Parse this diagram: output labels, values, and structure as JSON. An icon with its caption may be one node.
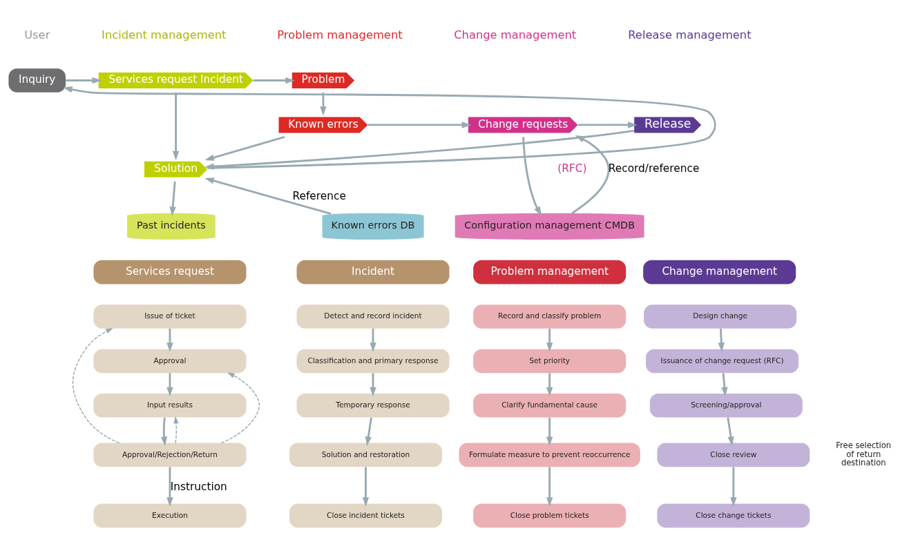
{
  "diagram": {
    "nodes": [
      {
        "text": [
          "Inquiry"
        ]
      },
      {
        "text": [
          "Services request Incident"
        ]
      },
      {
        "text": [
          "Problem"
        ]
      },
      {
        "text": [
          "Known errors"
        ]
      },
      {
        "text": [
          "Change requests"
        ],
        "beside": [
          "(RFC)"
        ]
      },
      {
        "text": [
          "Release"
        ]
      },
      {
        "text": [
          "Solution"
        ]
      },
      {
        "text": [
          "Past incidents"
        ]
      },
      {
        "text": [
          "Known errors DB"
        ]
      },
      {
        "text": [
          "Configuration management CMDB"
        ]
      },
      {
        "text": [
          "Services request"
        ]
      },
      {
        "text": [
          "Issue of ticket"
        ]
      },
      {
        "text": [
          "Approval"
        ]
      },
      {
        "text": [
          "Input results"
        ]
      },
      {
        "text": [
          "Approval/Rejection/Return"
        ]
      },
      {
        "text": [
          "Execution"
        ]
      },
      {
        "text": [
          "Incident"
        ]
      },
      {
        "text": [
          "Detect and record incident"
        ]
      },
      {
        "text": [
          "Classification and primary response"
        ]
      },
      {
        "text": [
          "Temporary response"
        ]
      },
      {
        "text": [
          "Solution and restoration"
        ]
      },
      {
        "text": [
          "Close incident tickets"
        ]
      },
      {
        "text": [
          "Problem management"
        ]
      },
      {
        "text": [
          "Record and classify problem"
        ]
      },
      {
        "text": [
          "Set priority"
        ]
      },
      {
        "text": [
          "Clarify fundamental cause"
        ]
      },
      {
        "text": [
          "Formulate measure to prevent reoccurrence"
        ]
      },
      {
        "text": [
          "Close problem tickets"
        ]
      },
      {
        "text": [
          "Change management"
        ]
      },
      {
        "text": [
          "Design change"
        ]
      },
      {
        "text": [
          "Issuance of change request (RFC)"
        ]
      },
      {
        "text": [
          "Screening/approval"
        ]
      },
      {
        "text": [
          "Close review"
        ]
      },
      {
        "text": [
          "Close change tickets"
        ]
      }
    ],
    "edges": [
      {
        "from": 0,
        "to": 1,
        "arrow": "to"
      },
      {
        "from": 1,
        "to": 2,
        "arrow": "to"
      },
      {
        "from": 2,
        "to": 3,
        "arrow": "to"
      },
      {
        "from": 3,
        "to": 6,
        "arrow": "to"
      },
      {
        "from": 3,
        "to": 4,
        "arrow": "to"
      },
      {
        "from": 4,
        "to": 5,
        "arrow": "to"
      },
      {
        "from": 1,
        "to": 6,
        "arrow": "to"
      },
      {
        "from": 5,
        "to": 6,
        "arrow": "to"
      },
      {
        "from": 6,
        "to": 0,
        "arrow": "to"
      },
      {
        "from": 6,
        "to": 7,
        "arrow": "to"
      },
      {
        "from": 8,
        "to": 6,
        "arrow": "to",
        "label": "Reference"
      },
      {
        "from": 4,
        "to": 9,
        "arrow": "to"
      },
      {
        "from": 9,
        "to": 4,
        "arrow": "to",
        "label": "Record/reference"
      },
      {
        "from": 11,
        "to": 12,
        "arrow": "to"
      },
      {
        "from": 12,
        "to": 13,
        "arrow": "to"
      },
      {
        "from": 13,
        "to": 14,
        "arrow": "to"
      },
      {
        "from": 14,
        "to": 15,
        "arrow": "to",
        "label": "Instruction"
      },
      {
        "from": 14,
        "to": 11,
        "arrow": "to",
        "style": "dashed"
      },
      {
        "from": 14,
        "to": 12,
        "arrow": "to",
        "style": "dashed"
      },
      {
        "from": 14,
        "to": 13,
        "arrow": "to",
        "style": "dashed"
      },
      {
        "from": 17,
        "to": 18,
        "arrow": "to"
      },
      {
        "from": 18,
        "to": 19,
        "arrow": "to"
      },
      {
        "from": 19,
        "to": 20,
        "arrow": "to"
      },
      {
        "from": 20,
        "to": 21,
        "arrow": "to"
      },
      {
        "from": 23,
        "to": 24,
        "arrow": "to"
      },
      {
        "from": 24,
        "to": 25,
        "arrow": "to"
      },
      {
        "from": 25,
        "to": 26,
        "arrow": "to"
      },
      {
        "from": 26,
        "to": 27,
        "arrow": "to"
      },
      {
        "from": 29,
        "to": 30,
        "arrow": "to"
      },
      {
        "from": 30,
        "to": 31,
        "arrow": "to"
      },
      {
        "from": 31,
        "to": 32,
        "arrow": "to"
      },
      {
        "from": 32,
        "to": 33,
        "arrow": "to"
      }
    ],
    "labels": [
      "User",
      "Incident management",
      "Problem management",
      "Change management",
      "Release management",
      "Free selection of return destination"
    ]
  }
}
